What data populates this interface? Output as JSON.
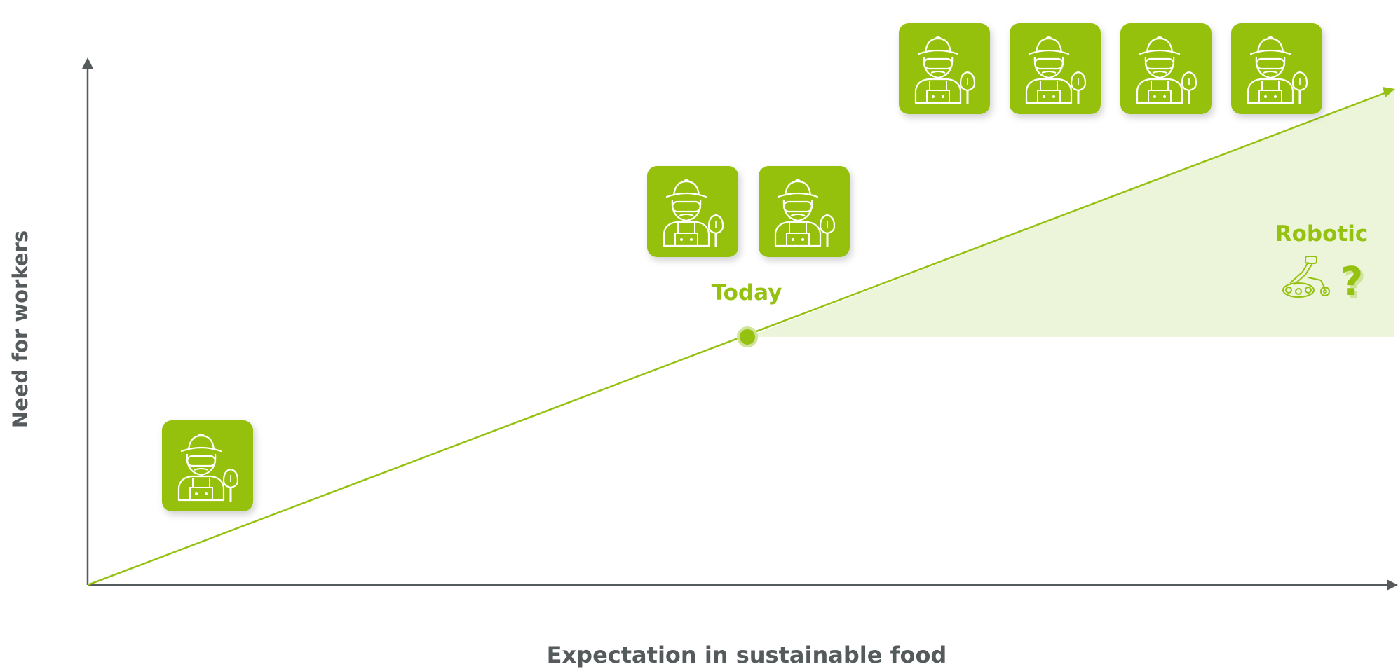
{
  "diagram": {
    "y_axis_label": "Need for workers",
    "x_axis_label": "Expectation in sustainable food",
    "today_label": "Today",
    "robotic_label": "Robotic",
    "question_mark": "?",
    "icons": [
      {
        "name": "farmer-icon",
        "group": "early"
      },
      {
        "name": "farmer-icon",
        "group": "today"
      },
      {
        "name": "farmer-icon",
        "group": "today"
      },
      {
        "name": "farmer-icon",
        "group": "future"
      },
      {
        "name": "farmer-icon",
        "group": "future"
      },
      {
        "name": "farmer-icon",
        "group": "future"
      },
      {
        "name": "farmer-icon",
        "group": "future"
      },
      {
        "name": "robot-icon",
        "group": "robotic"
      }
    ]
  },
  "colors": {
    "accent": "#95c110",
    "fill_area": "#ecf4d9",
    "axis": "#555a5c",
    "text": "#555a5c"
  }
}
